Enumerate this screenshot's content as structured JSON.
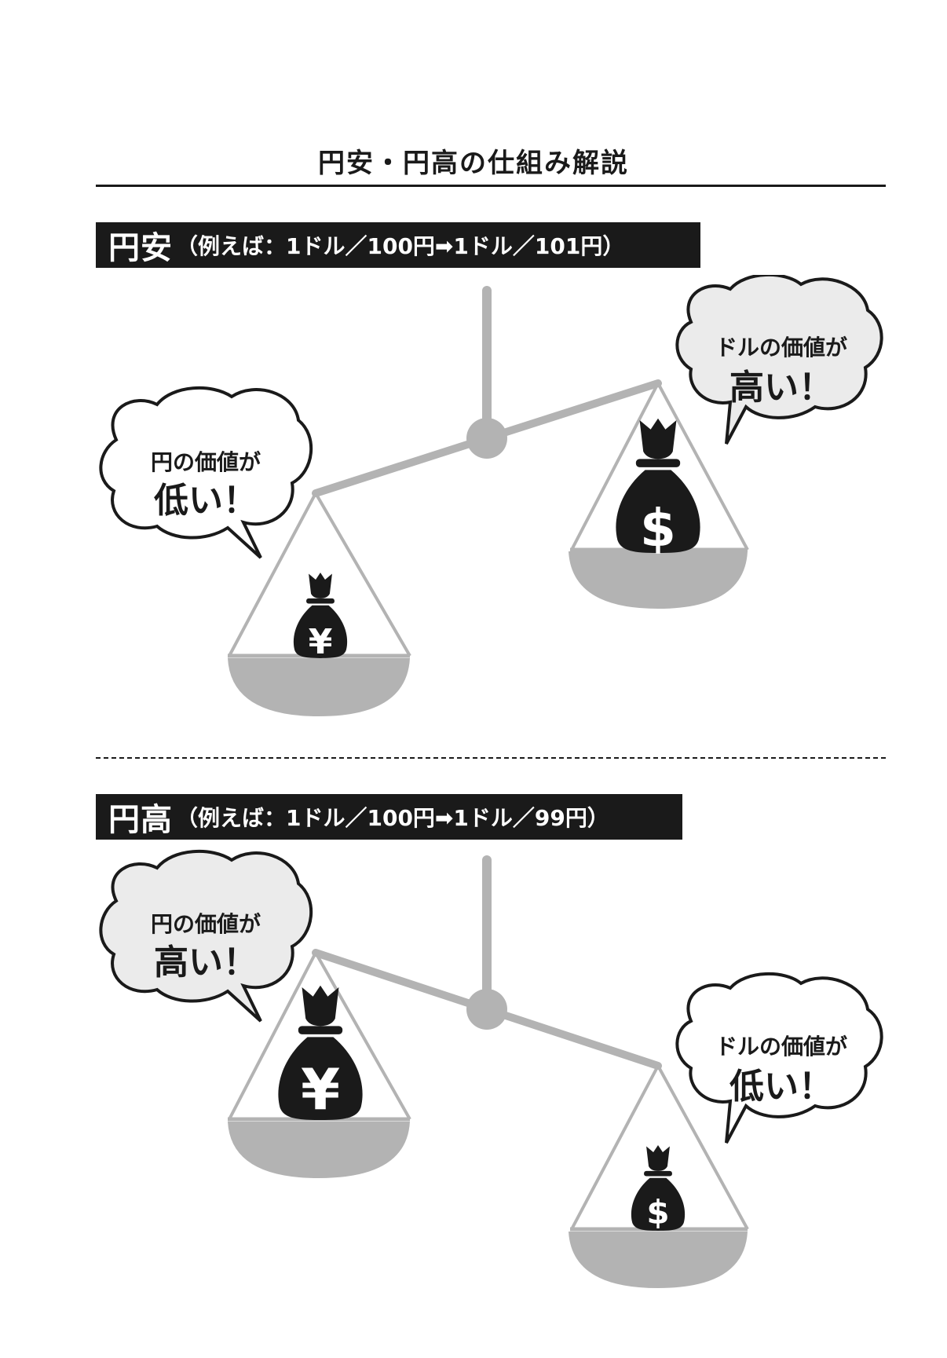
{
  "title": "円安・円高の仕組み解説",
  "sections": [
    {
      "banner_main": "円安",
      "banner_sub": "（例えば：1ドル／100円➡1ドル／101円）",
      "left_bubble": {
        "line1": "円の価値が",
        "line2": "低い！"
      },
      "right_bubble": {
        "line1": "ドルの価値が",
        "line2": "高い！"
      },
      "left_bag_symbol": "¥",
      "right_bag_symbol": "$"
    },
    {
      "banner_main": "円高",
      "banner_sub": "（例えば：1ドル／100円➡1ドル／99円）",
      "left_bubble": {
        "line1": "円の価値が",
        "line2": "高い！"
      },
      "right_bubble": {
        "line1": "ドルの価値が",
        "line2": "低い！"
      },
      "left_bag_symbol": "¥",
      "right_bag_symbol": "$"
    }
  ],
  "colors": {
    "ink": "#1a1a1a",
    "scale_gray": "#b3b3b3",
    "bubble_fill": "#ebebeb"
  },
  "icons": [
    "yen-money-bag-icon",
    "dollar-money-bag-icon",
    "balance-scale-icon",
    "speech-bubble-icon"
  ]
}
